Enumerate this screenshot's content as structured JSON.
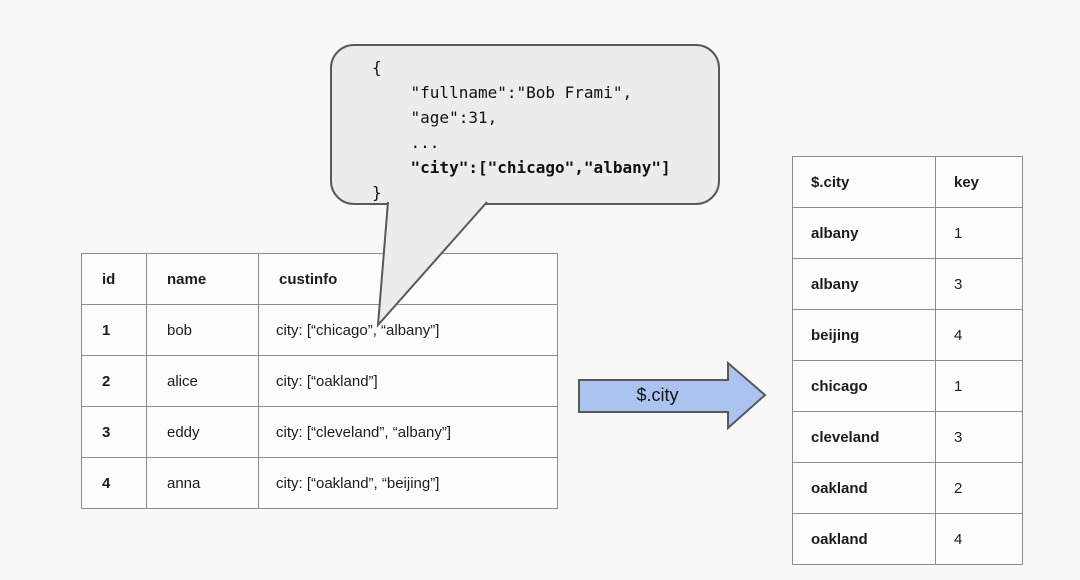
{
  "colors": {
    "background": "#f8f8f8",
    "bubble_fill": "#ececec",
    "bubble_border": "#595959",
    "table_fill": "#fdfdfd",
    "table_border": "#8c8c8c",
    "arrow_fill": "#aac4ef",
    "arrow_border": "#595959"
  },
  "bubble": {
    "code_lines": [
      {
        "text": "{"
      },
      {
        "text": "    \"fullname\":\"Bob Frami\","
      },
      {
        "text": "    \"age\":31,"
      },
      {
        "text": "    ..."
      },
      {
        "text": "    \"city\":[\"chicago\",\"albany\"]",
        "bold": true
      },
      {
        "text": "}"
      }
    ]
  },
  "left_table": {
    "headers": [
      "id",
      "name",
      "custinfo"
    ],
    "rows": [
      [
        "1",
        "bob",
        "city: [“chicago”, “albany”]"
      ],
      [
        "2",
        "alice",
        "city: [“oakland”]"
      ],
      [
        "3",
        "eddy",
        "city: [“cleveland”, “albany”]"
      ],
      [
        "4",
        "anna",
        "city: [“oakland”, “beijing”]"
      ]
    ]
  },
  "arrow": {
    "label": "$.city",
    "fill": "#aac4ef",
    "border": "#595959"
  },
  "right_table": {
    "headers": [
      "$.city",
      "key"
    ],
    "rows": [
      [
        "albany",
        "1"
      ],
      [
        "albany",
        "3"
      ],
      [
        "beijing",
        "4"
      ],
      [
        "chicago",
        "1"
      ],
      [
        "cleveland",
        "3"
      ],
      [
        "oakland",
        "2"
      ],
      [
        "oakland",
        "4"
      ]
    ]
  }
}
